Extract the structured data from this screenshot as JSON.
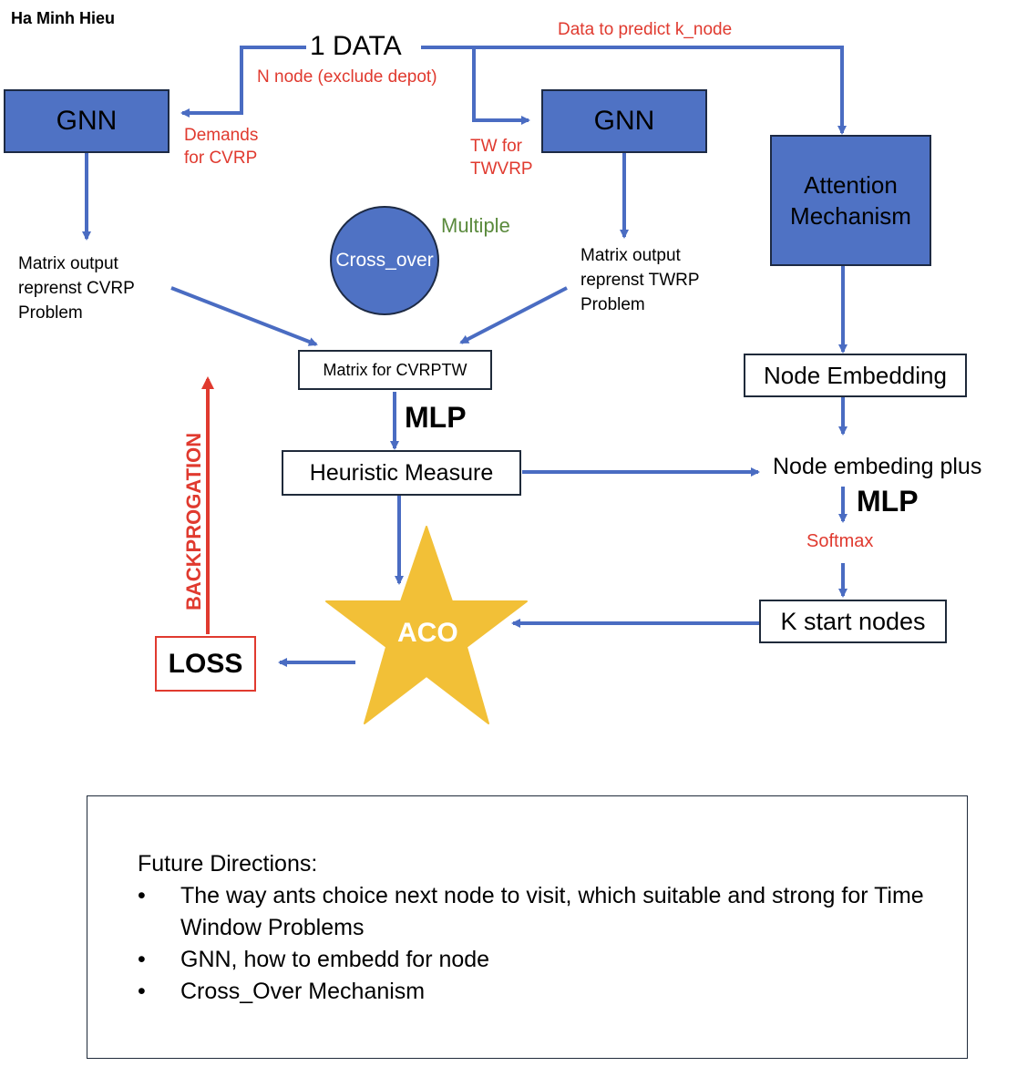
{
  "author": "Ha Minh Hieu",
  "data_node": {
    "label": "1 DATA",
    "sublabel": "N node (exclude depot)"
  },
  "edge_labels": {
    "data_to_predict": "Data to predict k_node",
    "demands": [
      "Demands",
      "for CVRP"
    ],
    "tw": [
      "TW for",
      "TWVRP"
    ],
    "multiple": "Multiple",
    "softmax": "Softmax",
    "backprop": "BACKPROGATION",
    "mlp_left": "MLP",
    "mlp_right": "MLP"
  },
  "gnn_left": "GNN",
  "gnn_right": "GNN",
  "attention": [
    "Attention",
    "Mechanism"
  ],
  "matrix_cvrp": [
    "Matrix output",
    "reprenst CVRP",
    "Problem"
  ],
  "matrix_twrp": [
    "Matrix output",
    "reprenst TWRP",
    "Problem"
  ],
  "cross_over": "Cross_over",
  "matrix_cvrptw": "Matrix for CVRPTW",
  "heuristic": "Heuristic Measure",
  "node_embedding": "Node Embedding",
  "node_embedding_plus": "Node embeding plus",
  "k_start": "K start nodes",
  "aco": "ACO",
  "loss": "LOSS",
  "colors": {
    "box_blue": "#4f72c4",
    "arrow_blue": "#4a6cc2",
    "red": "#e03a2f",
    "star": "#f2c037",
    "green": "#5a8a3c"
  },
  "future": {
    "title": "Future Directions:",
    "items": [
      "The way ants choice next node to visit, which suitable and strong for Time Window Problems",
      "GNN, how to embedd for node",
      "Cross_Over Mechanism"
    ]
  }
}
